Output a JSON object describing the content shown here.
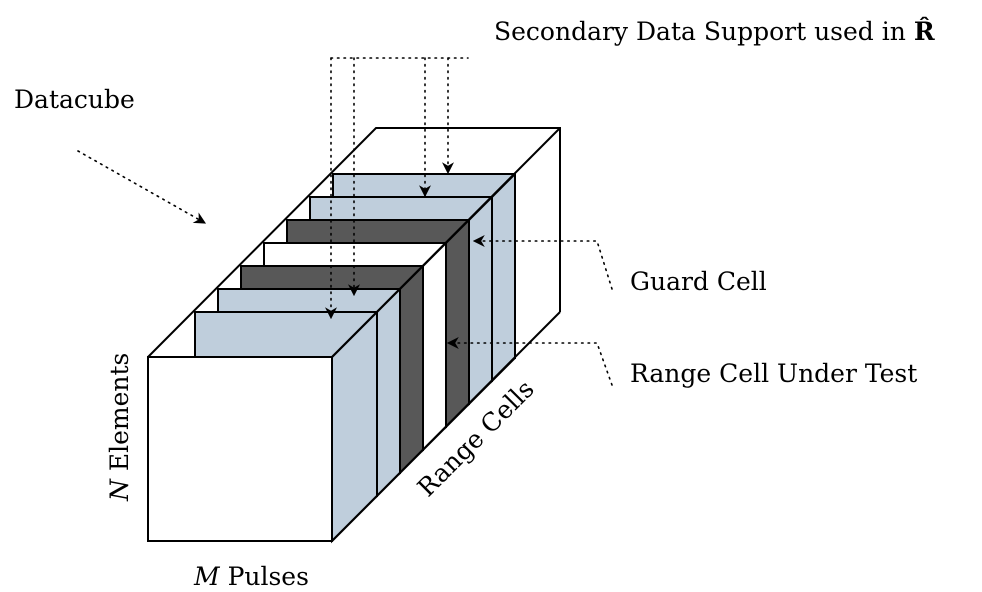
{
  "labels": {
    "secondary_data": "Secondary Data Support used in",
    "secondary_symbol": "R̂",
    "datacube": "Datacube",
    "guard_cell": "Guard Cell",
    "range_cell_under_test": "Range Cell Under Test",
    "n_symbol": "N",
    "n_text": "Elements",
    "m_symbol": "M",
    "m_text": "Pulses",
    "range_cells": "Range Cells"
  },
  "colors": {
    "secondary_slice": "#bfcedc",
    "guard_slice": "#585858",
    "cut_slice": "#ffffff",
    "outline": "#000000"
  }
}
